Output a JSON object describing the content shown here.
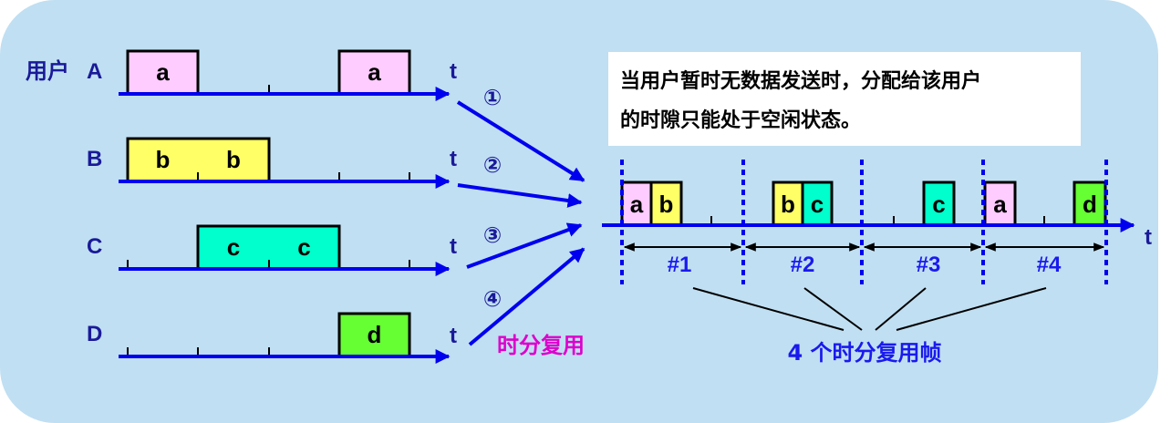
{
  "left": {
    "user_label": "用户",
    "users": [
      {
        "name": "A",
        "slots": [
          {
            "text": "a",
            "start": 0,
            "len": 1
          },
          {
            "text": "a",
            "start": 3,
            "len": 1
          }
        ]
      },
      {
        "name": "B",
        "slots": [
          {
            "text": "b",
            "start": 0,
            "len": 1
          },
          {
            "text": "b",
            "start": 1,
            "len": 1
          }
        ]
      },
      {
        "name": "C",
        "slots": [
          {
            "text": "c",
            "start": 1,
            "len": 1
          },
          {
            "text": "c",
            "start": 2,
            "len": 1
          }
        ]
      },
      {
        "name": "D",
        "slots": [
          {
            "text": "d",
            "start": 3,
            "len": 1
          }
        ]
      }
    ],
    "axis_label": "t",
    "inputs": [
      "①",
      "②",
      "③",
      "④"
    ],
    "tdm_label": "时分复用"
  },
  "note": {
    "line1": "当用户暂时无数据发送时，分配给该用户",
    "line2": "的时隙只能处于空闲状态。"
  },
  "right": {
    "axis_label": "t",
    "frames": [
      "#1",
      "#2",
      "#3",
      "#4"
    ],
    "slots": [
      "a",
      "b",
      "b",
      "c",
      "c",
      "a",
      "d"
    ],
    "caption": "4 个时分复用帧"
  },
  "colors": {
    "a": "#ffccff",
    "b": "#ffff66",
    "c": "#00ffcc",
    "d": "#66ff33",
    "line": "#0000ee",
    "label": "#1a1a99",
    "tdm": "#dd00cc",
    "bg": "#c0dff2"
  }
}
